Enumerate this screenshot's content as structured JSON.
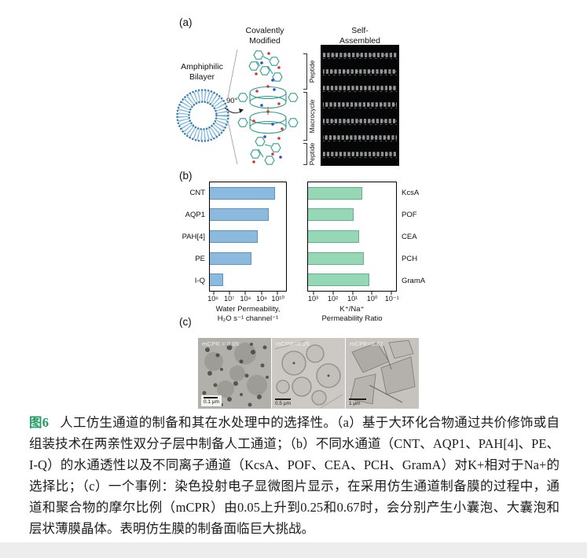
{
  "figure": {
    "panel_a": {
      "label": "(a)",
      "amphiphilic_bilayer_label": "Amphiphilic\nBilayer",
      "covalently_modified_label": "Covalently\nModified",
      "self_assembled_label": "Self-\nAssembled",
      "rotation_label": "90°",
      "bracket_labels": [
        "Peptide",
        "Macrocycle",
        "Peptide"
      ]
    },
    "panel_b": {
      "label": "(b)"
    },
    "panel_c": {
      "label": "(c)",
      "micrographs": [
        {
          "tag": "mCPR = 0.05",
          "scale_label": "0.1 μm"
        },
        {
          "tag": "mCPR=0.25",
          "scale_label": "0.5 μm"
        },
        {
          "tag": "mCPR=0.67",
          "scale_label": "1 μm"
        }
      ]
    },
    "caption": {
      "number": "图6",
      "color": "#1f9d63",
      "body": "人工仿生通道的制备和其在水处理中的选择性。（a）基于大环化合物通过共价修饰或自组装技术在两亲性双分子层中制备人工通道；（b）不同水通道（CNT、AQP1、PAH[4]、PE、I-Q）的水通透性以及不同离子通道（KcsA、POF、CEA、PCH、GramA）对K+相对于Na+的选择比；（c）一个事例：染色投射电子显微图片显示，在采用仿生通道制备膜的过程中，通道和聚合物的摩尔比例（mCPR）由0.05上升到0.25和0.67时，会分别产生小囊泡、大囊泡和层状薄膜晶体。表明仿生膜的制备面临巨大挑战。"
    }
  },
  "colors": {
    "molecule_teal": "#2f9e8f",
    "bilayer_blue": "#85bbdd",
    "bilayer_blue_dark": "#3d7fb5"
  },
  "chart_data": [
    {
      "type": "bar",
      "orientation": "horizontal",
      "categories": [
        "CNT",
        "AQP1",
        "PAH[4]",
        "PE",
        "I-Q"
      ],
      "values": [
        7000000000.0,
        3000000000.0,
        600000000.0,
        230000000.0,
        4000000.0
      ],
      "log_scale": true,
      "axis_log_min": 5.75,
      "axis_log_max": 10.55,
      "tick_labels": [
        "10⁶",
        "10⁷",
        "10⁸",
        "10⁹",
        "10¹⁰"
      ],
      "tick_log_values": [
        6,
        7,
        8,
        9,
        10
      ],
      "xlabel_lines": [
        "Water Permeability,",
        "H₂O s⁻¹ channel⁻¹"
      ],
      "bar_color": "#8cbade",
      "bar_edge": "#5e93c0",
      "label_side": "left",
      "axis_reversed": false
    },
    {
      "type": "bar",
      "orientation": "horizontal",
      "categories": [
        "KcsA",
        "POF",
        "CEA",
        "PCH",
        "GramA"
      ],
      "values": [
        3.2,
        9,
        4.6,
        2.7,
        1.4
      ],
      "log_scale": true,
      "axis_log_min": 3.3,
      "axis_log_max": -1.25,
      "tick_labels": [
        "10³",
        "10²",
        "10¹",
        "10⁰",
        "10⁻¹"
      ],
      "tick_log_values": [
        3,
        2,
        1,
        0,
        -1
      ],
      "xlabel_lines": [
        "K⁺/Na⁺",
        "Permeability Ratio"
      ],
      "bar_color": "#96d7b6",
      "bar_edge": "#62b189",
      "label_side": "right",
      "axis_reversed": true
    }
  ]
}
